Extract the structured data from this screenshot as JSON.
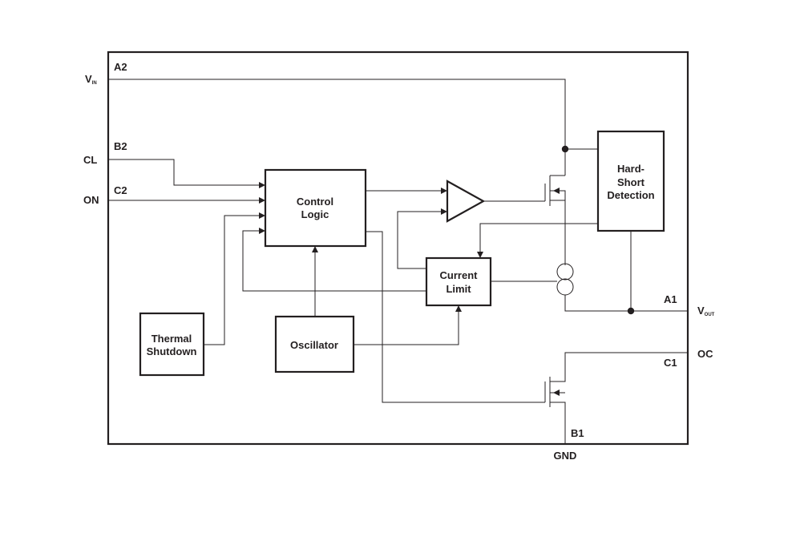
{
  "pins": {
    "vin": {
      "main": "V",
      "sub": "IN"
    },
    "vout": {
      "main": "V",
      "sub": "OUT"
    },
    "cl": "CL",
    "on": "ON",
    "oc": "OC",
    "gnd": "GND",
    "a2": "A2",
    "b2": "B2",
    "c2": "C2",
    "a1": "A1",
    "c1": "C1",
    "b1": "B1"
  },
  "blocks": {
    "control_logic": [
      "Control",
      "Logic"
    ],
    "hard_short": [
      "Hard-",
      "Short",
      "Detection"
    ],
    "current_limit": [
      "Current",
      "Limit"
    ],
    "thermal": [
      "Thermal",
      "Shutdown"
    ],
    "oscillator": "Oscillator"
  }
}
